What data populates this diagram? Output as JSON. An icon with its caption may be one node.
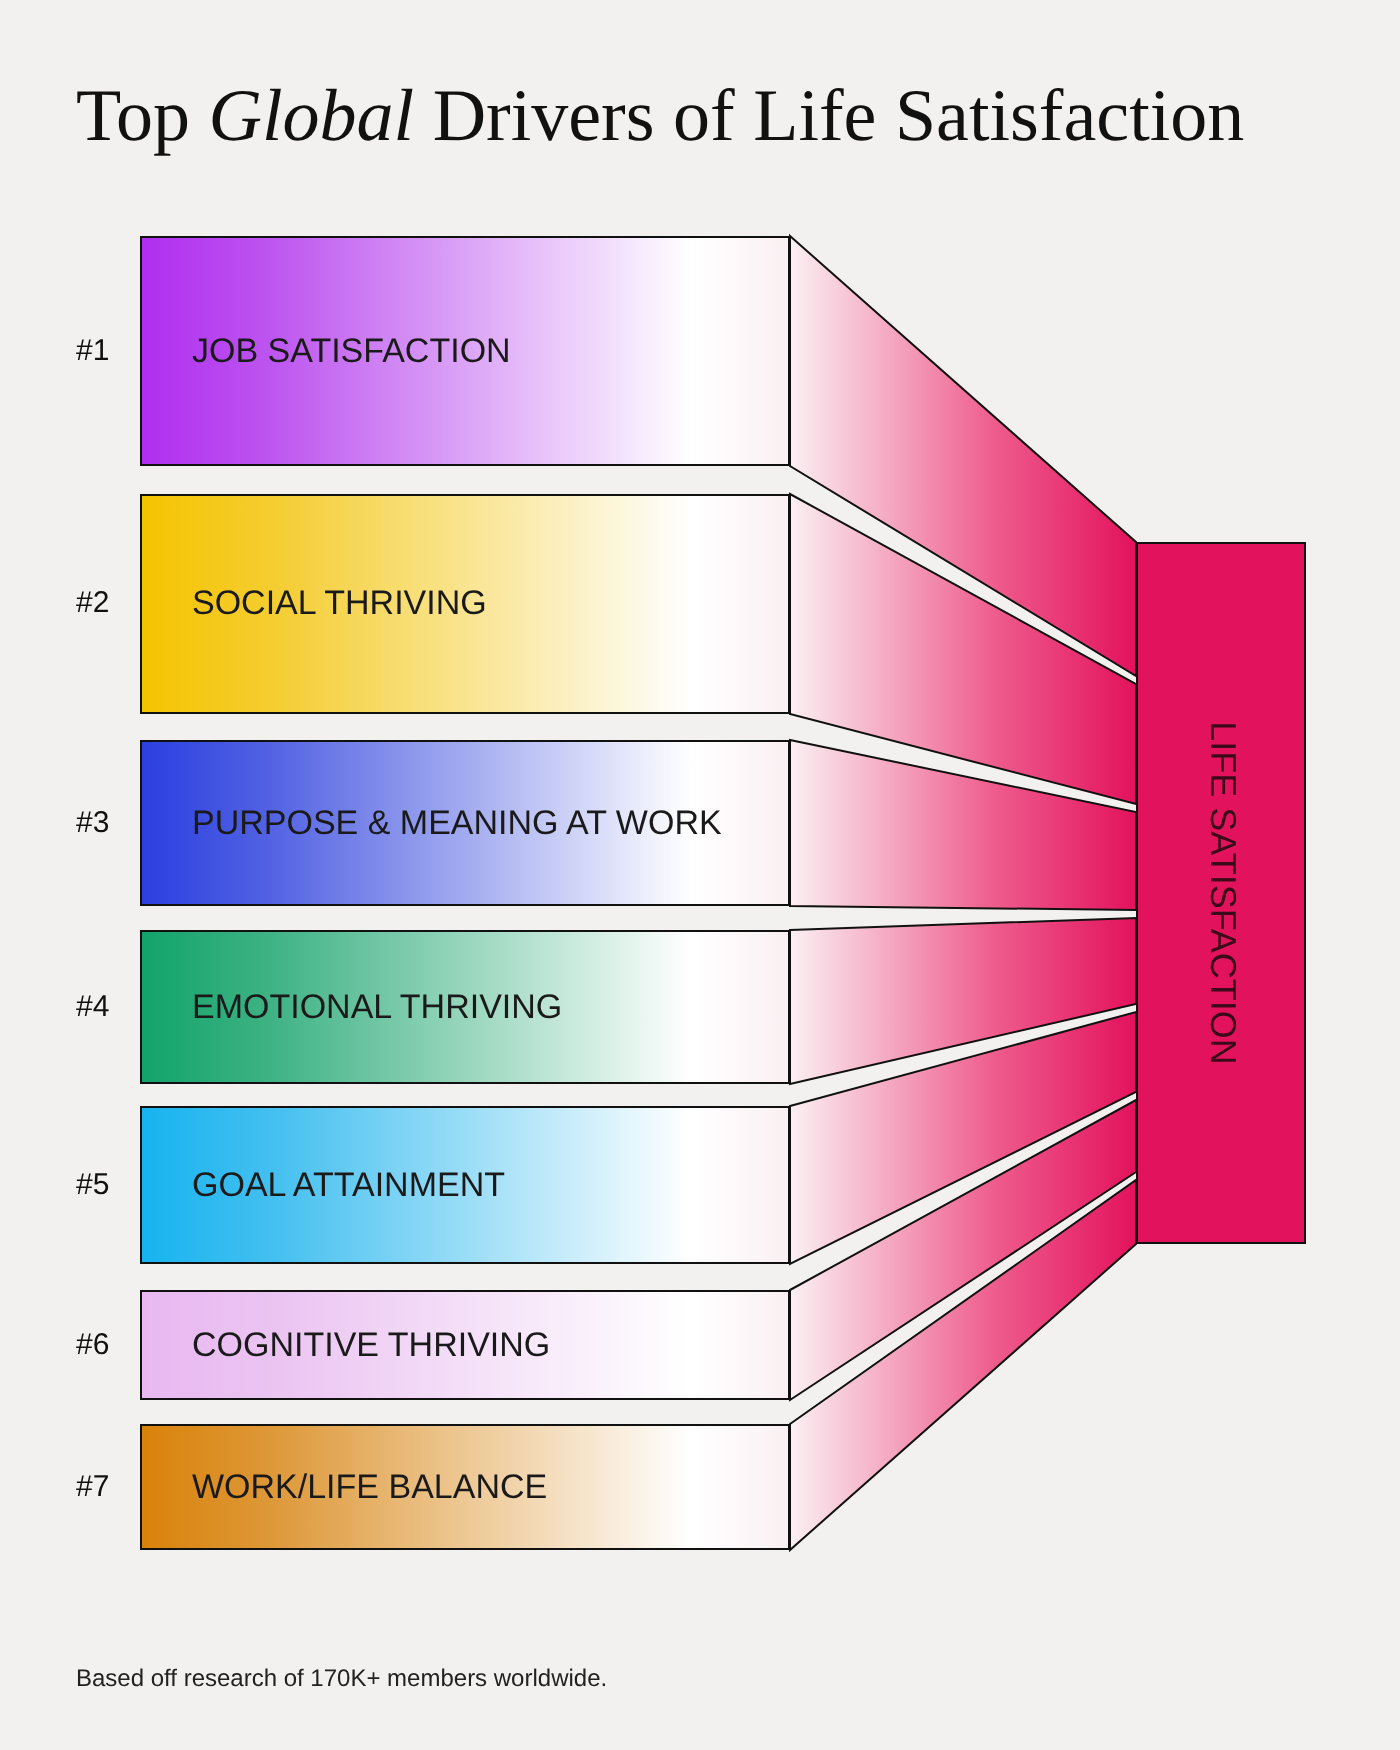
{
  "diagram": {
    "title": "Top *Global* Drivers of Life Satisfaction",
    "caption": "Based off research of 170K+ members worldwide.",
    "nodes": [
      {
        "text": [
          "JOB SATISFACTION"
        ],
        "beside": [
          "#1"
        ]
      },
      {
        "text": [
          "SOCIAL THRIVING"
        ],
        "beside": [
          "#2"
        ]
      },
      {
        "text": [
          "PURPOSE & MEANING AT WORK"
        ],
        "beside": [
          "#3"
        ]
      },
      {
        "text": [
          "EMOTIONAL THRIVING"
        ],
        "beside": [
          "#4"
        ]
      },
      {
        "text": [
          "GOAL ATTAINMENT"
        ],
        "beside": [
          "#5"
        ]
      },
      {
        "text": [
          "COGNITIVE THRIVING"
        ],
        "beside": [
          "#6"
        ]
      },
      {
        "text": [
          "WORK/LIFE BALANCE"
        ],
        "beside": [
          "#7"
        ]
      },
      {
        "text": [
          "LIFE SATISFACTION"
        ]
      }
    ],
    "edges": [
      {
        "from": 0,
        "to": 7,
        "arrow": "none"
      },
      {
        "from": 1,
        "to": 7,
        "arrow": "none"
      },
      {
        "from": 2,
        "to": 7,
        "arrow": "none"
      },
      {
        "from": 3,
        "to": 7,
        "arrow": "none"
      },
      {
        "from": 4,
        "to": 7,
        "arrow": "none"
      },
      {
        "from": 5,
        "to": 7,
        "arrow": "none"
      },
      {
        "from": 6,
        "to": 7,
        "arrow": "none"
      }
    ]
  }
}
